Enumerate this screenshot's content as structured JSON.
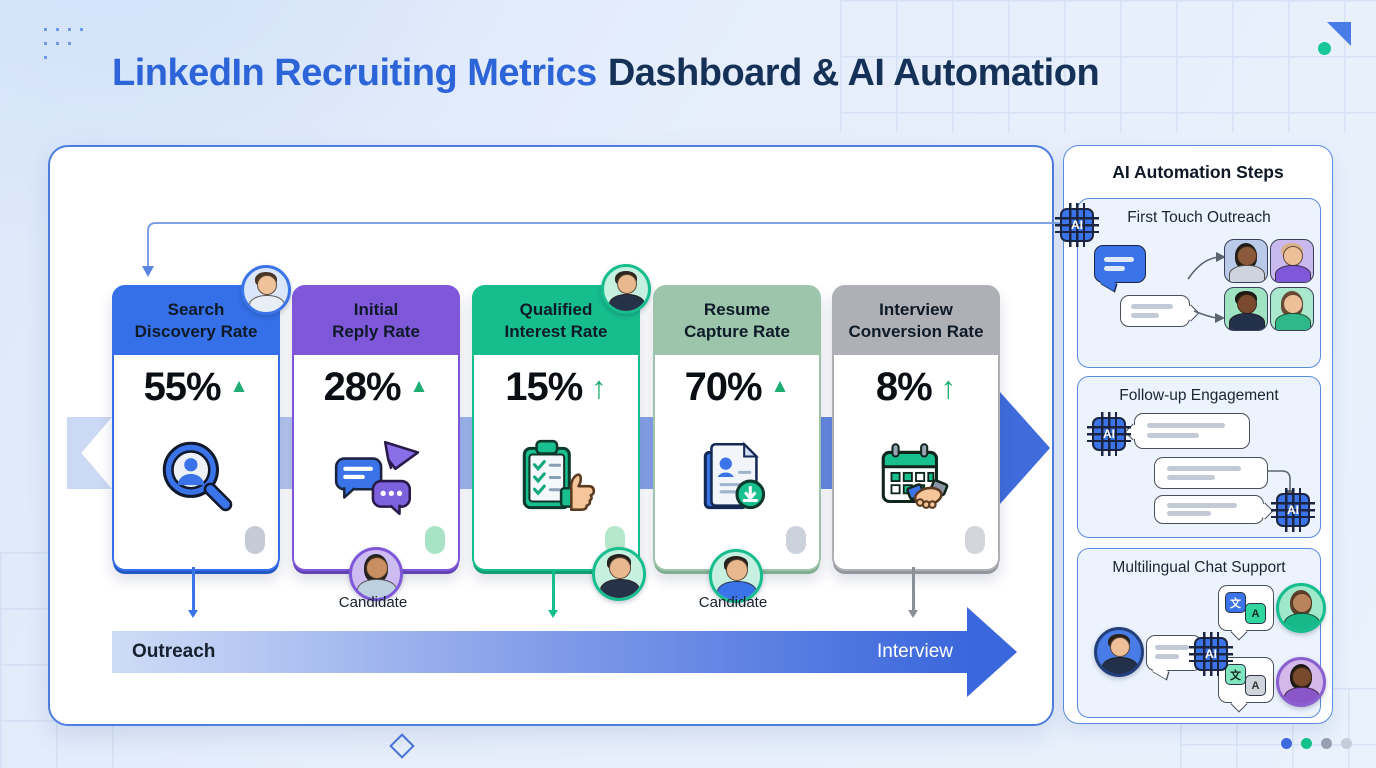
{
  "header": {
    "title_primary": "LinkedIn Recruiting Metrics",
    "title_secondary": "Dashboard & AI Automation"
  },
  "funnel": {
    "metrics": [
      {
        "id": "search-discovery-rate",
        "title_line1": "Search",
        "title_line2": "Discovery Rate",
        "value": "55%",
        "trend": "up",
        "trend_glyph": "▲",
        "accent_color": "#3570e8",
        "icon": "search-candidate-icon",
        "pill_color": "#c5cbd6"
      },
      {
        "id": "initial-reply-rate",
        "title_line1": "Initial",
        "title_line2": "Reply Rate",
        "value": "28%",
        "trend": "up",
        "trend_glyph": "▲",
        "accent_color": "#7e58d8",
        "icon": "chat-messages-send-icon",
        "pill_color": "#a8e3c5",
        "below_label": "Candidate"
      },
      {
        "id": "qualified-interest-rate",
        "title_line1": "Qualified",
        "title_line2": "Interest Rate",
        "value": "15%",
        "trend": "up",
        "trend_glyph": "↑",
        "accent_color": "#16bd8d",
        "icon": "checklist-thumbs-up-icon",
        "pill_color": "#b5e7cb"
      },
      {
        "id": "resume-capture-rate",
        "title_line1": "Resume",
        "title_line2": "Capture Rate",
        "value": "70%",
        "trend": "up",
        "trend_glyph": "▲",
        "accent_color": "#9cc5ab",
        "icon": "resume-download-icon",
        "pill_color": "#ccd2dc",
        "below_label": "Candidate"
      },
      {
        "id": "interview-conversion-rate",
        "title_line1": "Interview",
        "title_line2": "Conversion Rate",
        "value": "8%",
        "trend": "up",
        "trend_glyph": "↑",
        "accent_color": "#aeb0b6",
        "icon": "calendar-handshake-icon",
        "pill_color": "#d2d5db"
      }
    ],
    "trend_color": "#1fae72",
    "flow_bar": {
      "start_label": "Outreach",
      "end_label": "Interview"
    }
  },
  "sidebar": {
    "title": "AI Automation Steps",
    "ai_badge_label": "AI",
    "translate_glyph_primary": "文",
    "translate_glyph_secondary": "A",
    "steps": [
      {
        "label": "First Touch Outreach"
      },
      {
        "label": "Follow-up Engagement"
      },
      {
        "label": "Multilingual Chat Support"
      }
    ]
  }
}
